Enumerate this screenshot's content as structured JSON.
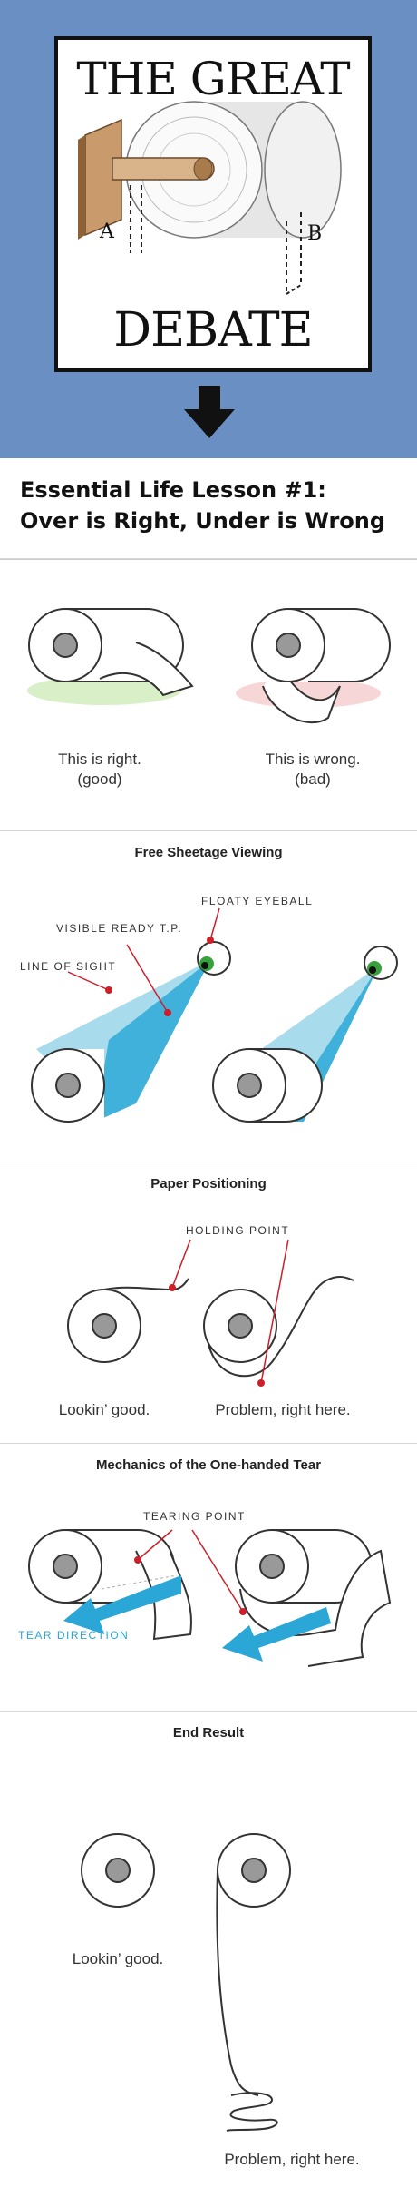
{
  "poster": {
    "title_top": "THE GREAT",
    "title_bottom": "DEBATE",
    "label_a": "A",
    "label_b": "B"
  },
  "lesson_title": "Essential Life Lesson #1: Over is Right, Under is Wrong",
  "panel1": {
    "right_caption": "This is right.",
    "right_sub": "(good)",
    "wrong_caption": "This is wrong.",
    "wrong_sub": "(bad)"
  },
  "panel2": {
    "title": "Free Sheetage Viewing",
    "label_eyeball": "FLOATY EYEBALL",
    "label_visible": "VISIBLE READY T.P.",
    "label_sight": "LINE OF SIGHT"
  },
  "panel3": {
    "title": "Paper Positioning",
    "label_holding": "HOLDING POINT",
    "good_caption": "Lookin’ good.",
    "bad_caption": "Problem, right here."
  },
  "panel4": {
    "title": "Mechanics of the One-handed Tear",
    "label_tearing": "TEARING POINT",
    "label_direction": "TEAR DIRECTION"
  },
  "panel5": {
    "title": "End Result",
    "good_caption": "Lookin’ good.",
    "bad_caption": "Problem, right here."
  },
  "colors": {
    "header_bg": "#6a8fc3",
    "sight_blue": "#5bbfe0",
    "marker_red": "#cc1f2a",
    "good_green": "#d9efc8",
    "bad_pink": "#f6d6d6"
  }
}
